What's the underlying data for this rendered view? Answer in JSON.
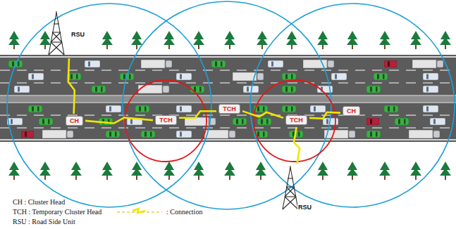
{
  "diagram": {
    "nodes": [
      {
        "text": [
          "RSU"
        ]
      },
      {
        "text": [
          "CH"
        ]
      },
      {
        "text": [
          "TCH"
        ]
      },
      {
        "text": [
          "TCH"
        ]
      },
      {
        "text": [
          "TCH"
        ]
      },
      {
        "text": [
          "CH"
        ]
      },
      {
        "text": [
          "RSU"
        ]
      }
    ],
    "edges": [
      {
        "from": 0,
        "to": 1,
        "arrow": "none"
      },
      {
        "from": 1,
        "to": 2,
        "arrow": "none"
      },
      {
        "from": 2,
        "to": 3,
        "arrow": "none"
      },
      {
        "from": 3,
        "to": 4,
        "arrow": "none"
      },
      {
        "from": 4,
        "to": 5,
        "arrow": "none"
      },
      {
        "from": 4,
        "to": 6,
        "arrow": "none"
      }
    ],
    "legend": [
      {
        "text": "CH : Cluster Head"
      },
      {
        "text": "TCH : Temporary Cluster Head"
      },
      {
        "text": "RSU : Road Side Unit"
      },
      {
        "text": ": Connection"
      }
    ]
  }
}
